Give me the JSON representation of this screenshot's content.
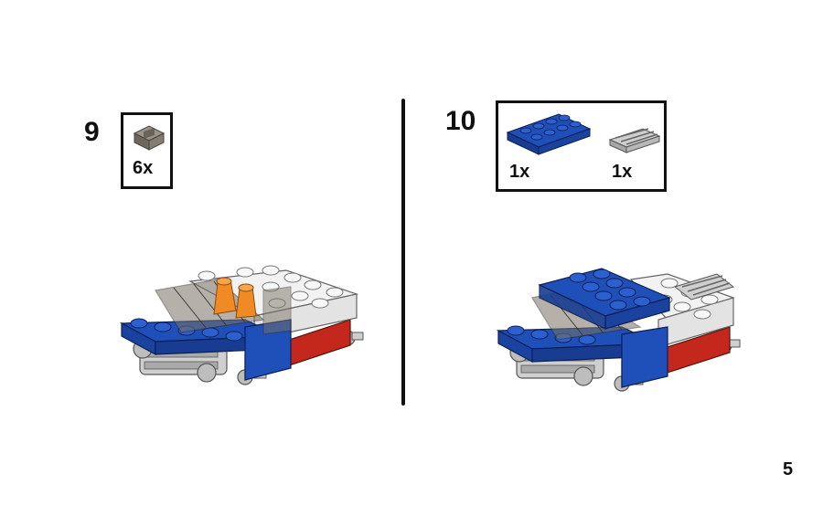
{
  "colors": {
    "blue": "#1f4fb8",
    "white": "#f2f2f2",
    "red": "#c4281c",
    "orange": "#f08a24",
    "gray": "#bfbfbf",
    "trans_black": "#7a7266"
  },
  "step9": {
    "number": "9",
    "parts": [
      {
        "icon": "trans-black-slope-icon",
        "qty": "6x"
      }
    ]
  },
  "step10": {
    "number": "10",
    "parts": [
      {
        "icon": "blue-plate-2x4-icon",
        "qty": "1x"
      },
      {
        "icon": "gray-grille-tile-icon",
        "qty": "1x"
      }
    ]
  },
  "page": {
    "number": "5"
  }
}
